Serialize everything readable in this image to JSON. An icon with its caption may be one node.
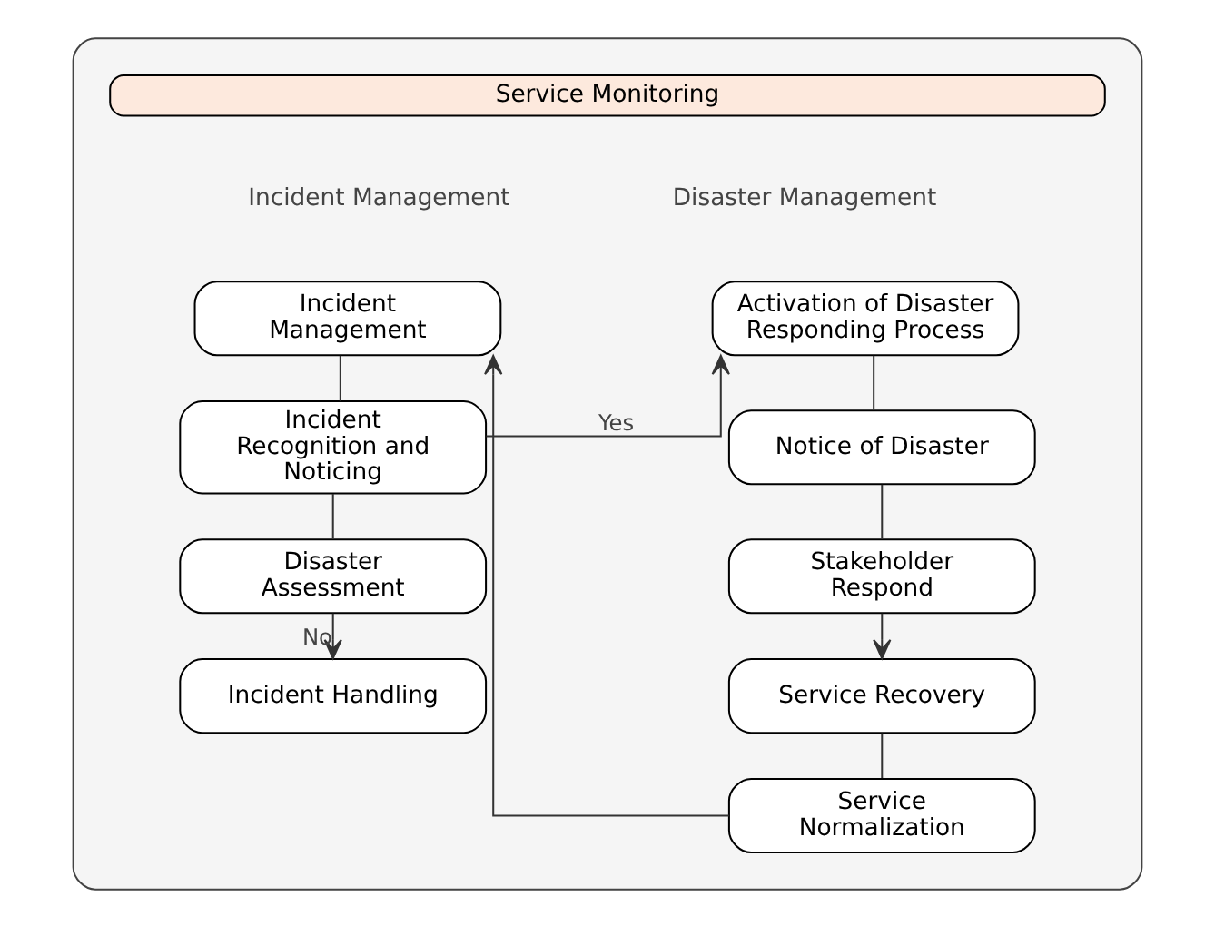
{
  "diagram": {
    "nodes": [
      {
        "text": [],
        "shape": "box"
      },
      {
        "text": [
          "Service Monitoring"
        ],
        "in": 0
      },
      {
        "text": [
          "Incident Management"
        ],
        "in": 0
      },
      {
        "text": [
          "Incident Recognition and Noticing"
        ],
        "in": 0
      },
      {
        "text": [
          "Disaster Assessment"
        ],
        "in": 0
      },
      {
        "text": [
          "Incident Handling"
        ],
        "in": 0
      },
      {
        "text": [
          "Activation of Disaster Responding Process"
        ],
        "in": 0
      },
      {
        "text": [
          "Notice of Disaster"
        ],
        "in": 0
      },
      {
        "text": [
          "Stakeholder Respond"
        ],
        "in": 0
      },
      {
        "text": [
          "Service Recovery"
        ],
        "in": 0
      },
      {
        "text": [
          "Service Normalization"
        ],
        "in": 0
      }
    ],
    "edges": [
      {
        "from": 2,
        "to": 3,
        "arrow": "none"
      },
      {
        "from": 3,
        "to": 4,
        "arrow": "none"
      },
      {
        "from": 4,
        "to": 5,
        "arrow": "to",
        "label": "No"
      },
      {
        "from": 3,
        "to": 6,
        "arrow": "to",
        "label": "Yes"
      },
      {
        "from": 6,
        "to": 7,
        "arrow": "none"
      },
      {
        "from": 7,
        "to": 8,
        "arrow": "none"
      },
      {
        "from": 8,
        "to": 9,
        "arrow": "to"
      },
      {
        "from": 9,
        "to": 10,
        "arrow": "none"
      },
      {
        "from": 10,
        "to": 2,
        "arrow": "to"
      }
    ],
    "labels": [
      "Incident Management",
      "Disaster Management"
    ]
  }
}
